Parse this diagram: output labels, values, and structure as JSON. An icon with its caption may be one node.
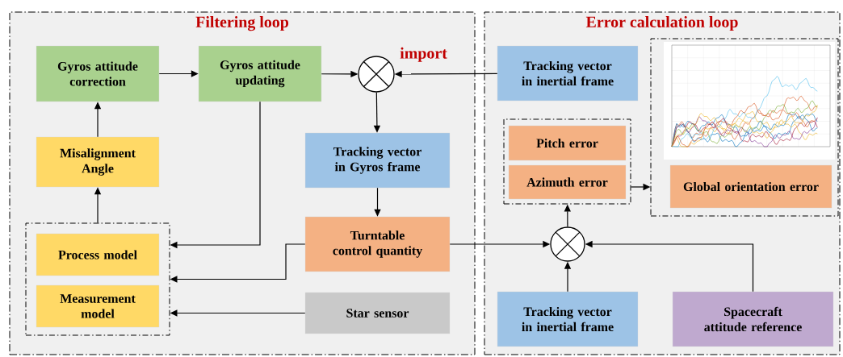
{
  "diagram": {
    "nodes": [
      {
        "text": [
          "Filtering loop"
        ]
      },
      {
        "text": [
          "Gyros attitude correction"
        ],
        "in": 0
      },
      {
        "text": [
          "Gyros attitude updating"
        ],
        "in": 0
      },
      {
        "text": [],
        "shape": "circle",
        "in": 0,
        "beside": [
          "import"
        ]
      },
      {
        "text": [
          "Tracking vector in Gyros frame"
        ],
        "in": 0
      },
      {
        "text": [
          "Misalignment Angle"
        ],
        "in": 0
      },
      {
        "text": [],
        "shape": "box",
        "in": 0
      },
      {
        "text": [
          "Process model"
        ],
        "in": 6
      },
      {
        "text": [
          "Measurement model"
        ],
        "in": 6
      },
      {
        "text": [
          "Turntable control quantity"
        ],
        "in": 0
      },
      {
        "text": [
          "Star sensor"
        ],
        "in": 0
      },
      {
        "text": [
          "Error calculation loop"
        ]
      },
      {
        "text": [
          "Tracking vector in inertial frame"
        ],
        "in": 11
      },
      {
        "text": [],
        "shape": "box",
        "in": 11
      },
      {
        "text": [
          "Pitch error"
        ],
        "in": 13
      },
      {
        "text": [
          "Azimuth error"
        ],
        "in": 13
      },
      {
        "text": [],
        "shape": "box",
        "in": 11
      },
      {
        "text": [],
        "shape": "picture",
        "in": 16
      },
      {
        "text": [
          "Global orientation error"
        ],
        "in": 16
      },
      {
        "text": [],
        "shape": "circle",
        "in": 11
      },
      {
        "text": [
          "Tracking vector in inertial frame"
        ],
        "in": 11
      },
      {
        "text": [
          "Spacecraft attitude reference"
        ],
        "in": 11
      }
    ],
    "edges": [
      {
        "from": 1,
        "to": 2,
        "arrow": "to"
      },
      {
        "from": 2,
        "to": 3,
        "arrow": "to"
      },
      {
        "from": 12,
        "to": 3,
        "arrow": "to"
      },
      {
        "from": 3,
        "to": 4,
        "arrow": "to"
      },
      {
        "from": 4,
        "to": 9,
        "arrow": "to"
      },
      {
        "from": 5,
        "to": 1,
        "arrow": "to"
      },
      {
        "from": 6,
        "to": 5,
        "arrow": "to"
      },
      {
        "from": 2,
        "to": 6,
        "arrow": "to"
      },
      {
        "from": 9,
        "to": 6,
        "arrow": "to"
      },
      {
        "from": 10,
        "to": 6,
        "arrow": "to"
      },
      {
        "from": 9,
        "to": 19,
        "arrow": "to"
      },
      {
        "from": 20,
        "to": 19,
        "arrow": "to"
      },
      {
        "from": 21,
        "to": 19,
        "arrow": "to"
      },
      {
        "from": 19,
        "to": 13,
        "arrow": "to"
      },
      {
        "from": 13,
        "to": 16,
        "arrow": "to"
      }
    ]
  }
}
